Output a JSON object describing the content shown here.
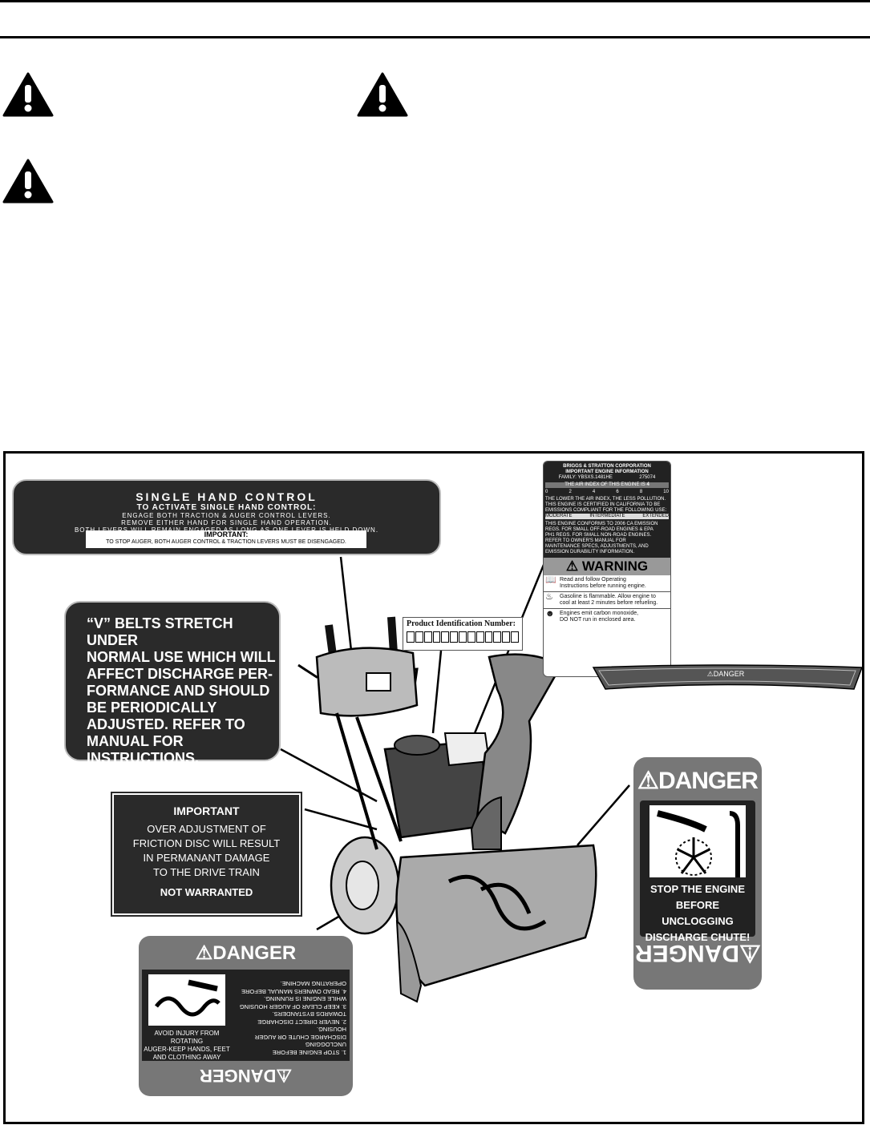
{
  "single_hand": {
    "title": "SINGLE HAND CONTROL",
    "sub": "TO ACTIVATE SINGLE HAND CONTROL:",
    "l1": "ENGAGE BOTH TRACTION & AUGER CONTROL LEVERS.",
    "l2": "REMOVE EITHER HAND FOR SINGLE HAND OPERATION.",
    "l3": "BOTH LEVERS WILL REMAIN ENGAGED AS LONG AS ONE LEVER IS HELD DOWN.",
    "imp_title": "IMPORTANT:",
    "imp_text": "TO STOP AUGER, BOTH AUGER CONTROL & TRACTION LEVERS MUST BE DISENGAGED."
  },
  "vbelt": {
    "lines": [
      "“V” BELTS STRETCH UNDER",
      "NORMAL USE WHICH WILL",
      "AFFECT DISCHARGE PER-",
      "FORMANCE AND SHOULD",
      "BE PERIODICALLY",
      "ADJUSTED. REFER TO",
      "MANUAL FOR",
      "INSTRUCTIONS."
    ]
  },
  "friction": {
    "title": "IMPORTANT",
    "lines": [
      "OVER ADJUSTMENT OF",
      "FRICTION DISC WILL RESULT",
      "IN PERMANANT DAMAGE",
      "TO THE DRIVE TRAIN"
    ],
    "footer": "NOT WARRANTED"
  },
  "pid": {
    "label": "Product Identification Number:"
  },
  "engine": {
    "corp": "BRIGGS & STRATTON CORPORATION",
    "info": "IMPORTANT ENGINE INFORMATION",
    "family": "FAMILY: YBSXS.1481HE",
    "code": "275074",
    "air_index_label": "THE AIR INDEX OF THIS ENGINE IS",
    "air_index_value": "4",
    "scale": [
      "0",
      "2",
      "4",
      "6",
      "8",
      "10"
    ],
    "lower": "THE LOWER THE AIR INDEX, THE LESS POLLUTION.",
    "cert": "THIS ENGINE IS CERTIFIED IN CALIFORNIA TO BE",
    "compliant": "EMISSIONS COMPLIANT FOR THE FOLLOWING USE:",
    "uses": [
      "MODERATE",
      "INTERMEDIATE",
      "EXTENDED"
    ],
    "conforms": [
      "THIS ENGINE CONFORMS TO 2006 CA EMISSION",
      "REGS. FOR SMALL OFF-ROAD ENGINES & EPA",
      "PH1 REGS. FOR SMALL NON-ROAD ENGINES.",
      "REFER TO OWNER'S MANUAL FOR",
      "MAINTENANCE SPECS, ADJUSTMENTS, AND",
      "EMISSION DURABILITY INFORMATION."
    ],
    "warning": "WARNING",
    "w1": [
      "Read and follow Operating",
      "Instructions before running engine."
    ],
    "w2": [
      "Gasoline is flammable. Allow engine to",
      "cool at least 2 minutes before refueling."
    ],
    "w3": [
      "Engines emit carbon monoxide,",
      "DO NOT run in enclosed area."
    ]
  },
  "chute_strip": {
    "label": "DANGER"
  },
  "danger_chute": {
    "title": "DANGER",
    "lines": [
      "STOP THE ENGINE",
      "BEFORE UNCLOGGING",
      "DISCHARGE CHUTE!"
    ],
    "bottom": "DANGER"
  },
  "danger_auger": {
    "title": "DANGER",
    "avoid": [
      "AVOID INJURY FROM ROTATING",
      "AUGER-KEEP HANDS, FEET",
      "AND CLOTHING AWAY"
    ],
    "items": [
      "1. STOP ENGINE BEFORE UNCLOGGING",
      "DISCHARGE CHUTE OR AUGER",
      "HOUSING.",
      "2. NEVER DIRECT DISCHARGE",
      "TOWARDS BYSTANDERS.",
      "3. KEEP CLEAR OF AUGER HOUSING",
      "WHILE ENGINE IS RUNNING.",
      "4. READ OWNERS MANUAL BEFORE",
      "OPERATING MACHINE."
    ],
    "bottom": "DANGER"
  }
}
